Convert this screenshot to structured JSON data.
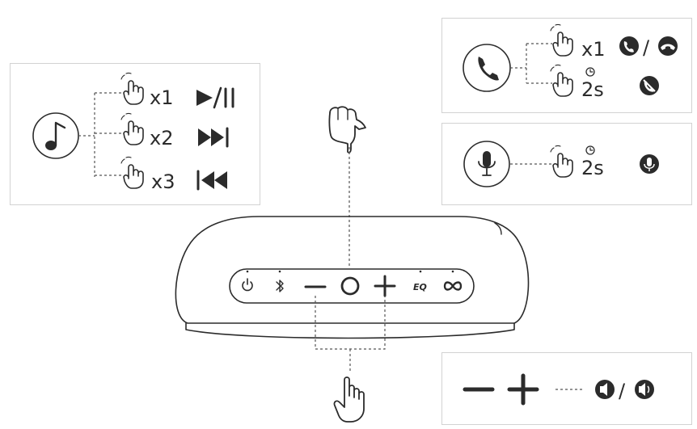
{
  "music_panel": {
    "rows": [
      {
        "count": "x1",
        "action": "play-pause-icon"
      },
      {
        "count": "x2",
        "action": "next-track-icon"
      },
      {
        "count": "x3",
        "action": "previous-track-icon"
      }
    ]
  },
  "call_panel": {
    "rows": [
      {
        "count": "x1",
        "action": "answer-or-hang-up-call-icon",
        "separator": "/"
      },
      {
        "count": "2s",
        "action": "reject-call-icon"
      }
    ]
  },
  "mic_panel": {
    "rows": [
      {
        "count": "2s",
        "action": "mute-mic-icon"
      }
    ]
  },
  "volume_panel": {
    "separator": "/",
    "action": "volume-down-or-up-icon"
  },
  "speaker_buttons": [
    "power-icon",
    "bluetooth-icon",
    "minus-icon",
    "circle-button-icon",
    "plus-icon",
    "eq-icon",
    "link-icon"
  ],
  "speaker": {
    "eq_label": "EQ"
  },
  "colors": {
    "line": "#2b2b2b",
    "border": "#d2d2d2",
    "dash": "#555555"
  }
}
